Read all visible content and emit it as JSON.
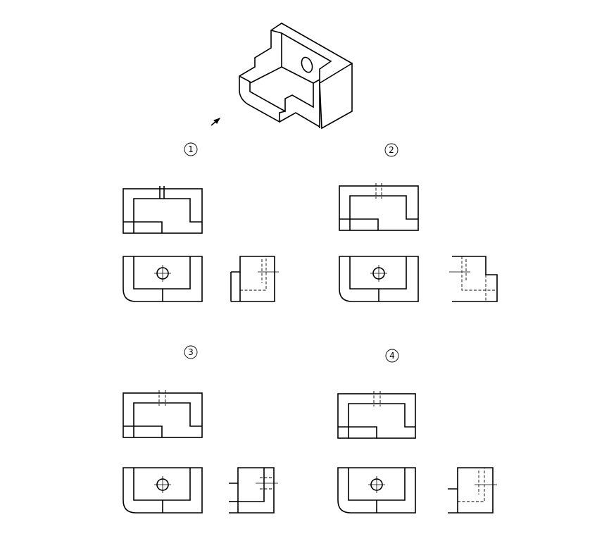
{
  "option_labels": [
    "1",
    "2",
    "3",
    "4"
  ]
}
